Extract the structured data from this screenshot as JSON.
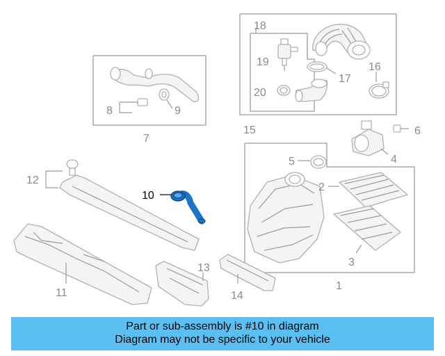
{
  "diagram": {
    "callouts": {
      "c1": "1",
      "c2": "2",
      "c3": "3",
      "c4": "4",
      "c5": "5",
      "c6": "6",
      "c7": "7",
      "c8": "8",
      "c9": "9",
      "c10": "10",
      "c11": "11",
      "c12": "12",
      "c13": "13",
      "c14": "14",
      "c15": "15",
      "c16": "16",
      "c17": "17",
      "c18": "18",
      "c19": "19",
      "c20": "20"
    },
    "highlighted_part": "10",
    "highlight_color": "#1e73c8"
  },
  "banner": {
    "line1": "Part or sub-assembly is #10 in diagram",
    "line2": "Diagram may not be specific to your vehicle",
    "background_color": "#5bc0f1"
  }
}
